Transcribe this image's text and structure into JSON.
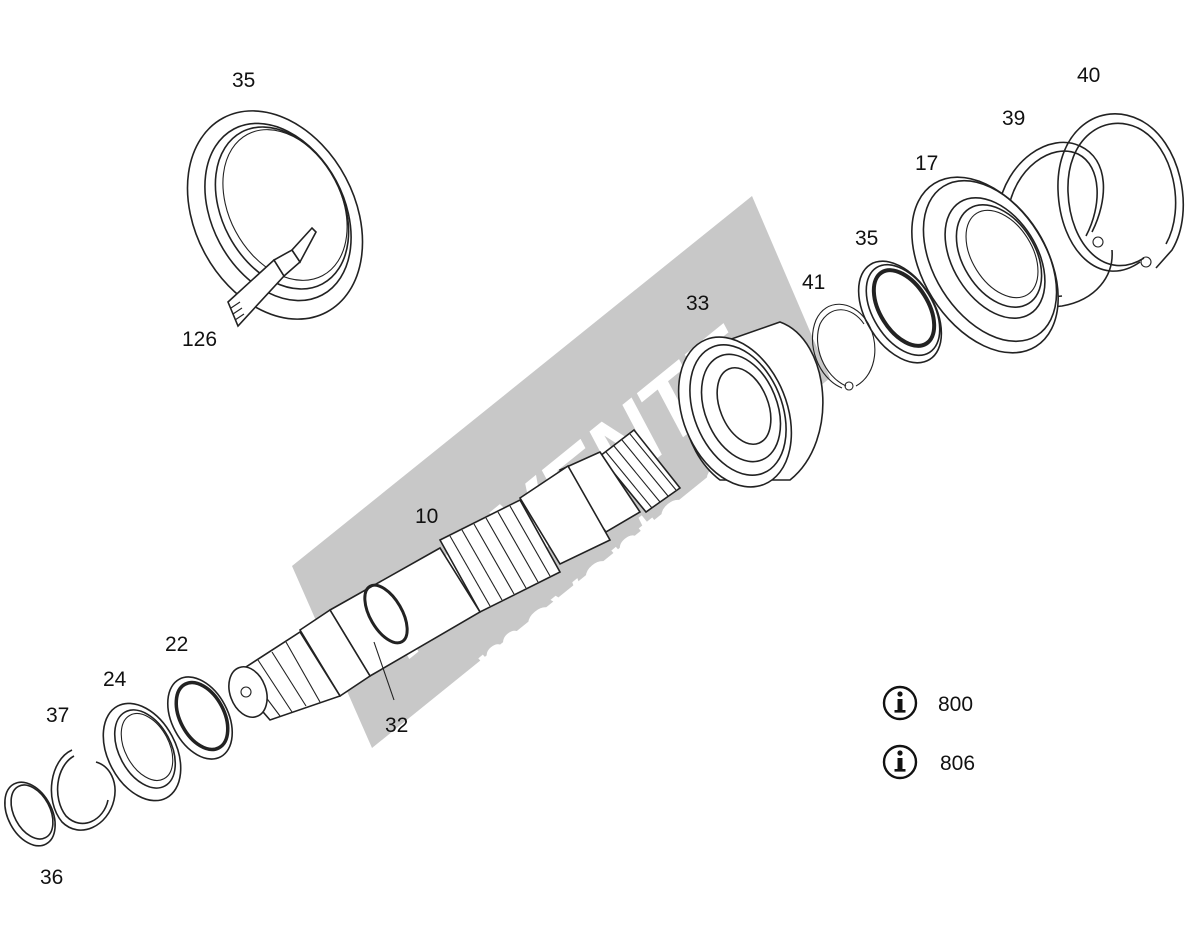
{
  "watermark": {
    "brand": "MOVENTE",
    "site": "movente.eu",
    "color": "#c8c8c8"
  },
  "parts": [
    {
      "id": "p35a",
      "number": "35"
    },
    {
      "id": "p126",
      "number": "126"
    },
    {
      "id": "p40",
      "number": "40"
    },
    {
      "id": "p39",
      "number": "39"
    },
    {
      "id": "p17",
      "number": "17"
    },
    {
      "id": "p35b",
      "number": "35"
    },
    {
      "id": "p41",
      "number": "41"
    },
    {
      "id": "p33",
      "number": "33"
    },
    {
      "id": "p10",
      "number": "10"
    },
    {
      "id": "p32",
      "number": "32"
    },
    {
      "id": "p22",
      "number": "22"
    },
    {
      "id": "p24",
      "number": "24"
    },
    {
      "id": "p37",
      "number": "37"
    },
    {
      "id": "p36",
      "number": "36"
    }
  ],
  "info_refs": [
    {
      "icon": "info-icon",
      "code": "800"
    },
    {
      "icon": "info-icon",
      "code": "806"
    }
  ]
}
